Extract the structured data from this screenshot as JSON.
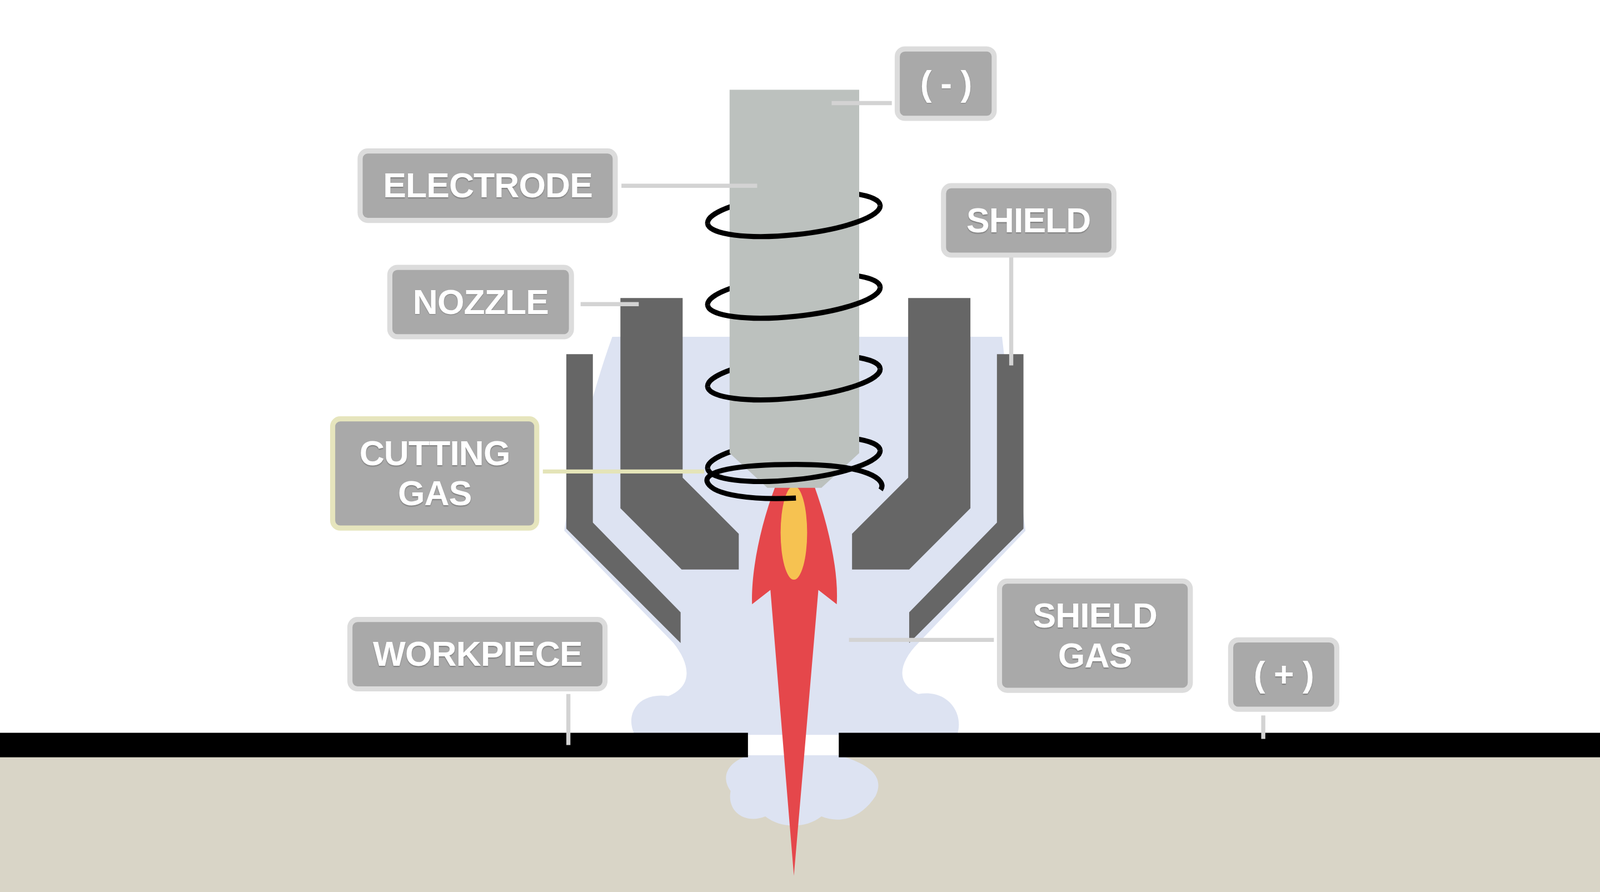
{
  "diagram": {
    "labels": [
      "( - )",
      "ELECTRODE",
      "SHIELD",
      "NOZZLE",
      "CUTTING GAS",
      "WORKPIECE",
      "SHIELD GAS",
      "( + )"
    ]
  }
}
